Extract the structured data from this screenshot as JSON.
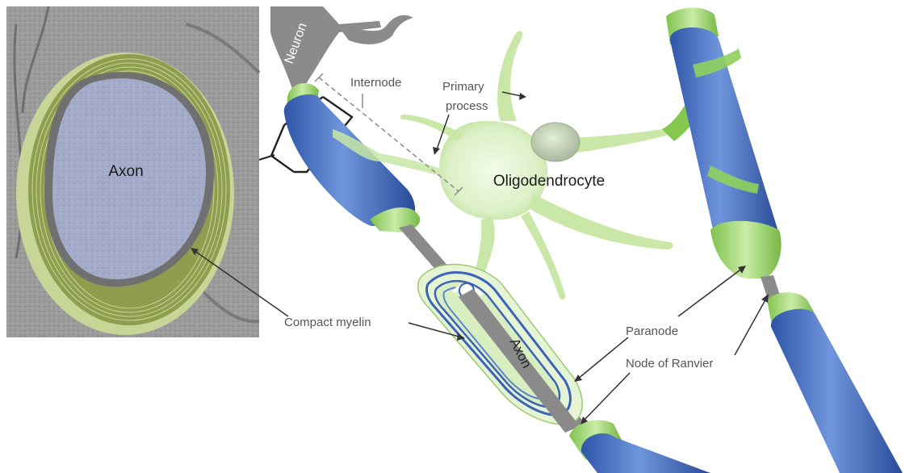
{
  "labels": {
    "neuron": "Neuron",
    "internode": "Internode",
    "primary_process_line1": "Primary",
    "primary_process_line2": "process",
    "oligodendrocyte": "Oligodendrocyte",
    "axon_micrograph": "Axon",
    "axon_diagram": "Axon",
    "compact_myelin": "Compact myelin",
    "paranode": "Paranode",
    "node_of_ranvier": "Node of Ranvier"
  },
  "colors": {
    "myelin_blue": "#3b63b8",
    "myelin_green": "#9fd46e",
    "axon_grey": "#8a8a8a",
    "micrograph_bg": "#9a9a9a",
    "micrograph_axon": "#9fa8c6",
    "micrograph_myelin": "#8e9e4e"
  }
}
